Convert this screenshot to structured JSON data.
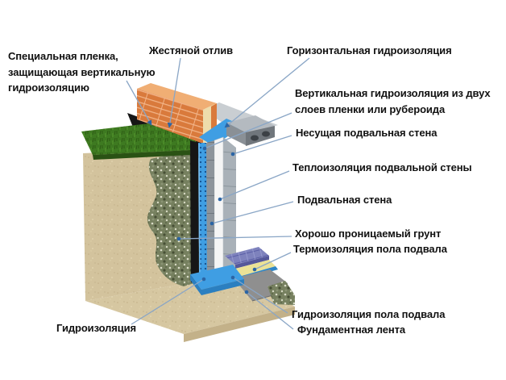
{
  "figure": {
    "description": "Схема гидроизоляции и утепления подвала — разрез конструкции",
    "background": "#ffffff"
  },
  "labels": {
    "special_film": "Специальная пленка,\nзащищающая вертикальную\nгидроизоляцию",
    "tin_drip": "Жестяной отлив",
    "horizontal_waterproofing": "Горизонтальная гидроизоляция",
    "vertical_waterproofing": "Вертикальная гидроизоляция из двух\nслоев пленки или рубероида",
    "bearing_wall": "Несущая подвальная стена",
    "wall_insulation": "Теплоизоляция подвальной стены",
    "basement_wall": "Подвальная стена",
    "permeable_soil": "Хорошо проницаемый грунт",
    "floor_insulation": "Термоизоляция пола подвала",
    "floor_waterproofing": "Гидроизоляция пола подвала",
    "foundation_strip": "Фундаментная лента",
    "waterproofing": "Гидроизоляция"
  },
  "colors": {
    "text": "#111111",
    "leader_line": "#8aa6c6",
    "leader_dot": "#2b65a5",
    "soil": "#d3c39d",
    "soil_edge": "#c3b189",
    "base_slab": "#d6c7a1",
    "grass": "#3e7a21",
    "grass_edge": "#2a5214",
    "gravel": "#76805f",
    "brick": "#d97a3c",
    "brick_top": "#f0ae74",
    "brick_end": "#eedcab",
    "black_film": "#161616",
    "waterproofing_blue": "#3f9ee3",
    "waterproofing_dark": "#2b7fc0",
    "wall_column": "#8d949b",
    "insulation_white": "#f5f5f5",
    "bearing_wall": "#a9b1b8",
    "slab_top": "#b4bac0",
    "slab_front": "#70767c",
    "slab_side": "#8a9096",
    "ground_surface": "#c9ced2",
    "floor_purple": "#7e82bd",
    "floor_purple_edge": "#55589a",
    "floor_yellow": "#ebe296",
    "floor_blue": "#2f86c8",
    "foundation": "#8f8f8f"
  }
}
